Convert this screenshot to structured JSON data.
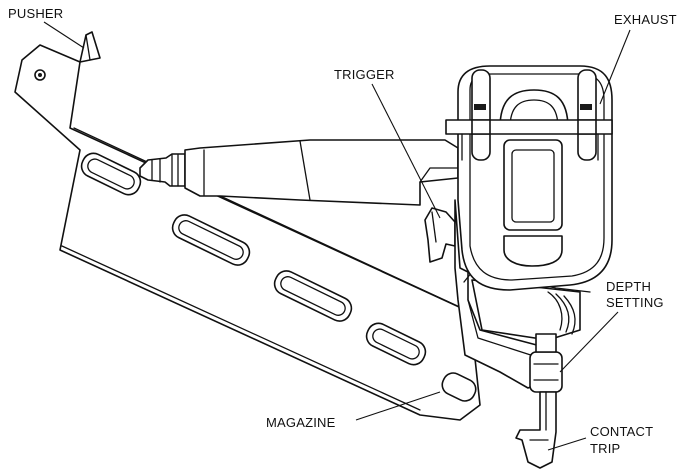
{
  "labels": {
    "pusher": "PUSHER",
    "trigger": "TRIGGER",
    "exhaust": "EXHAUST",
    "depth_setting": [
      "DEPTH",
      "SETTING"
    ],
    "magazine": "MAGAZINE",
    "contact_trip": [
      "CONTACT",
      "TRIP"
    ]
  },
  "colors": {
    "line": "#111111",
    "background": "#ffffff"
  }
}
